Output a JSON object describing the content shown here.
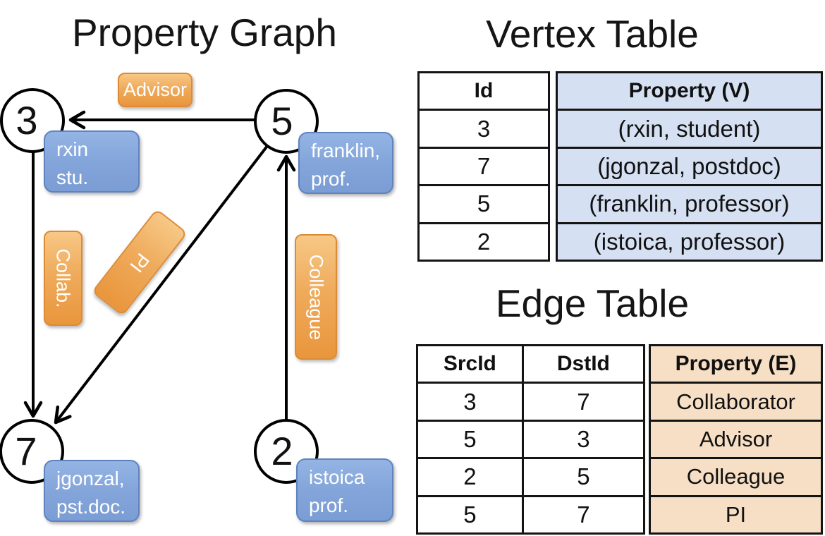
{
  "graph": {
    "title": "Property Graph",
    "nodes": [
      {
        "id": "3",
        "property_lines": [
          "rxin",
          "stu."
        ]
      },
      {
        "id": "5",
        "property_lines": [
          "franklin,",
          "prof."
        ]
      },
      {
        "id": "7",
        "property_lines": [
          "jgonzal,",
          "pst.doc."
        ]
      },
      {
        "id": "2",
        "property_lines": [
          "istoica",
          "prof."
        ]
      }
    ],
    "edge_labels": [
      {
        "text": "Advisor"
      },
      {
        "text": "Collab."
      },
      {
        "text": "PI"
      },
      {
        "text": "Colleague"
      }
    ],
    "edges": [
      {
        "src": "5",
        "dst": "3",
        "label": "Advisor"
      },
      {
        "src": "3",
        "dst": "7",
        "label": "Collab."
      },
      {
        "src": "5",
        "dst": "7",
        "label": "PI"
      },
      {
        "src": "2",
        "dst": "5",
        "label": "Colleague"
      }
    ]
  },
  "vertex_table": {
    "title": "Vertex Table",
    "headers": {
      "id": "Id",
      "property": "Property (V)"
    },
    "rows": [
      {
        "id": "3",
        "property": "(rxin, student)"
      },
      {
        "id": "7",
        "property": "(jgonzal, postdoc)"
      },
      {
        "id": "5",
        "property": "(franklin, professor)"
      },
      {
        "id": "2",
        "property": "(istoica, professor)"
      }
    ]
  },
  "edge_table": {
    "title": "Edge Table",
    "headers": {
      "src": "SrcId",
      "dst": "DstId",
      "property": "Property (E)"
    },
    "rows": [
      {
        "src": "3",
        "dst": "7",
        "property": "Collaborator"
      },
      {
        "src": "5",
        "dst": "3",
        "property": "Advisor"
      },
      {
        "src": "2",
        "dst": "5",
        "property": "Colleague"
      },
      {
        "src": "5",
        "dst": "7",
        "property": "PI"
      }
    ]
  },
  "colors": {
    "edge_label_orange_top": "#f7c886",
    "edge_label_orange_bottom": "#e9963c",
    "edge_label_border": "#dd8a33",
    "vertex_box_blue_top": "#94b4e4",
    "vertex_box_blue_bottom": "#7b9dd5",
    "vertex_box_border": "#5e83be",
    "vertex_table_fill": "#d5e0f2",
    "edge_table_fill": "#f6dfc4",
    "line_color": "#000000"
  }
}
